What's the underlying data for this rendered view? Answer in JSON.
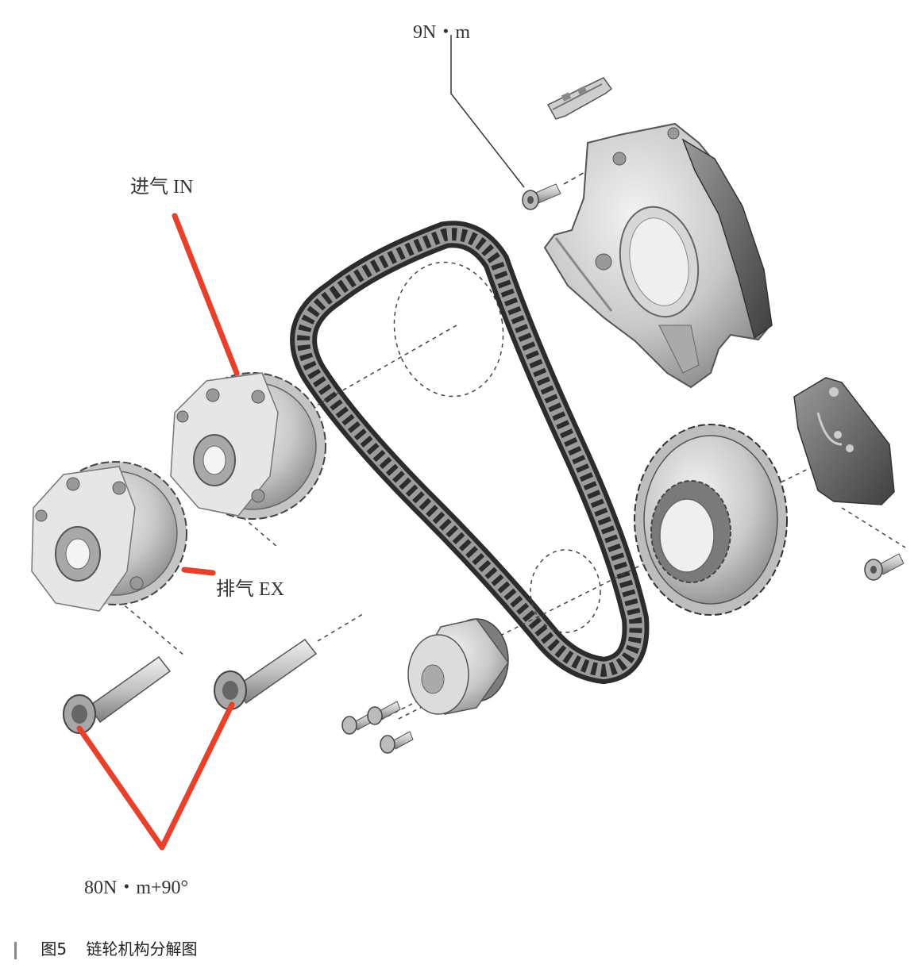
{
  "labels": {
    "torque_top": "9N・m",
    "intake": "进气 IN",
    "exhaust": "排气 EX",
    "torque_bolts": "80N・m+90°"
  },
  "caption": {
    "figure": "图5",
    "text": "链轮机构分解图"
  },
  "colors": {
    "leader_red": "#e8402a",
    "metal_light": "#dcdcdc",
    "metal_mid": "#b9b9b9",
    "metal_dark": "#8a8a8a",
    "chain": "#3a3a3a",
    "dash": "#555555"
  }
}
